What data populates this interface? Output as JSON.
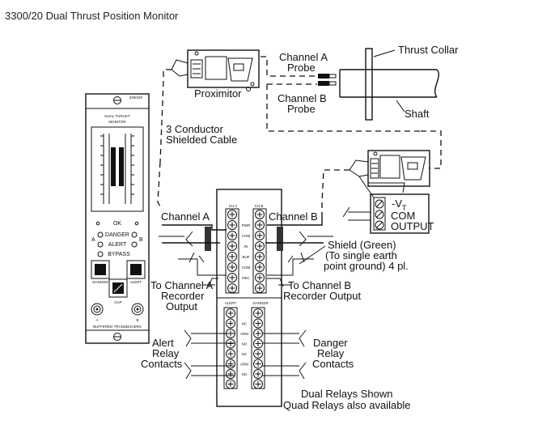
{
  "page_title": "3300/20 Dual Thrust Position Monitor",
  "monitor": {
    "model": "3300/20",
    "title": [
      "DUAL THRUST",
      "MONITOR"
    ],
    "ok": "OK",
    "danger": "DANGER",
    "alert": "ALERT",
    "bypass": "BYPASS",
    "side_a": "A",
    "side_b": "B",
    "btn_danger": "DANGER",
    "btn_alert": "ALERT",
    "gap": "GAP",
    "buffered": "BUFFERED TRANSDUCERS"
  },
  "labels": {
    "channel_a_probe": [
      "Channel A",
      "Probe"
    ],
    "channel_b_probe": [
      "Channel B",
      "Probe"
    ],
    "thrust_collar": "Thrust Collar",
    "shaft": "Shaft",
    "proximitor": "Proximitor",
    "cable": [
      "3 Conductor",
      "Shielded Cable"
    ],
    "channel_a": "Channel A",
    "channel_b": "Channel B",
    "shield": [
      "Shield (Green)",
      "(To single earth",
      "point ground) 4 pl."
    ],
    "to_ch_a_recorder": [
      "To Channel A",
      "Recorder",
      "Output"
    ],
    "to_ch_b_recorder": [
      "To Channel B",
      "Recorder Output"
    ],
    "alert_relay": [
      "Alert",
      "Relay",
      "Contacts"
    ],
    "danger_relay": [
      "Danger",
      "Relay",
      "Contacts"
    ],
    "relays_note": [
      "Dual Relays Shown",
      "Quad Relays also available"
    ],
    "vt": "-V",
    "vt_sub": "T",
    "com": "COM",
    "output": "OUTPUT"
  },
  "terminal": {
    "ch_a": "CH A",
    "ch_b": "CH B",
    "pins": [
      "PWR",
      "COM",
      "IN",
      "BUF",
      "COM",
      "REC"
    ],
    "alert": "ALERT",
    "danger": "DANGER",
    "relay_pins": [
      "NC",
      "ARM",
      "NO",
      "NC",
      "ARM",
      "NO"
    ]
  }
}
